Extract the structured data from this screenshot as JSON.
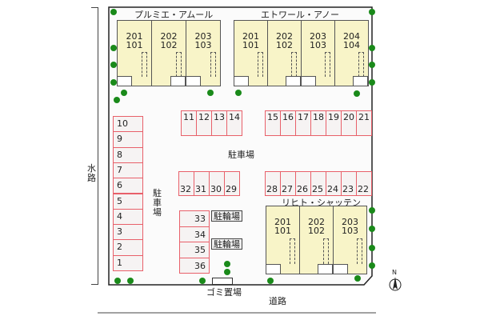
{
  "buildings": [
    {
      "name": "プルミエ・アムール",
      "units": [
        [
          "201",
          "101"
        ],
        [
          "202",
          "102"
        ],
        [
          "203",
          "103"
        ]
      ]
    },
    {
      "name": "エトワール・アノー",
      "units": [
        [
          "201",
          "101"
        ],
        [
          "202",
          "102"
        ],
        [
          "203",
          "103"
        ],
        [
          "204",
          "104"
        ]
      ]
    },
    {
      "name": "リヒト・シャッテン",
      "units": [
        [
          "201",
          "101"
        ],
        [
          "202",
          "102"
        ],
        [
          "203",
          "103"
        ]
      ]
    }
  ],
  "parking": {
    "left_column": [
      "10",
      "9",
      "8",
      "7",
      "6",
      "5",
      "4",
      "3",
      "2",
      "1"
    ],
    "row_top_a": [
      "11",
      "12",
      "13",
      "14"
    ],
    "row_top_b": [
      "15",
      "16",
      "17",
      "18",
      "19",
      "20",
      "21"
    ],
    "row_mid_a": [
      "32",
      "31",
      "30",
      "29"
    ],
    "row_mid_b": [
      "28",
      "27",
      "26",
      "25",
      "24",
      "23",
      "22"
    ],
    "column_small": [
      "33",
      "34",
      "35",
      "36"
    ]
  },
  "labels": {
    "parking_center": "駐車場",
    "parking_vertical": "駐車場",
    "bicycle_1": "駐輪場",
    "bicycle_2": "駐輪場",
    "garbage": "ゴミ置場",
    "road": "道路",
    "waterway": "水路",
    "north": "N"
  },
  "colors": {
    "building": "#f8f4c8",
    "lot_border": "#e8606a",
    "tree": "#1a8a1a"
  }
}
